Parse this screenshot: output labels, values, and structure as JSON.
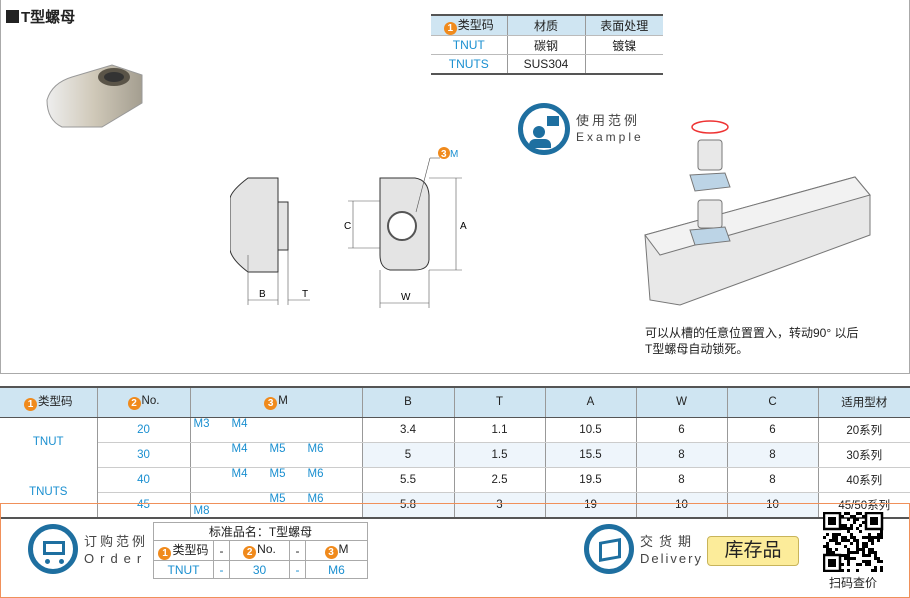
{
  "title": "T型螺母",
  "material_table": {
    "headers": [
      "类型码",
      "材质",
      "表面处理"
    ],
    "rows": [
      [
        "TNUT",
        "碳钢",
        "镀镍"
      ],
      [
        "TNUTS",
        "SUS304",
        ""
      ]
    ]
  },
  "drawing": {
    "labels": {
      "m": "M",
      "b": "B",
      "t": "T",
      "c": "C",
      "a": "A",
      "w": "W"
    }
  },
  "example": {
    "cn": "使用范例",
    "en": "Example",
    "caption_line1": "可以从槽的任意位置置入，转动90° 以后",
    "caption_line2": "T型螺母自动锁死。"
  },
  "spec_table": {
    "headers": [
      "类型码",
      "No.",
      "M",
      "B",
      "T",
      "A",
      "W",
      "C",
      "适用型材"
    ],
    "types": [
      "TNUT",
      "TNUTS"
    ],
    "rows": [
      {
        "no": "20",
        "m": [
          "M3",
          "M4",
          "",
          "",
          ""
        ],
        "b": "3.4",
        "t": "1.1",
        "a": "10.5",
        "w": "6",
        "c": "6",
        "profile": "20系列"
      },
      {
        "no": "30",
        "m": [
          "",
          "M4",
          "M5",
          "M6",
          ""
        ],
        "b": "5",
        "t": "1.5",
        "a": "15.5",
        "w": "8",
        "c": "8",
        "profile": "30系列"
      },
      {
        "no": "40",
        "m": [
          "",
          "M4",
          "M5",
          "M6",
          ""
        ],
        "b": "5.5",
        "t": "2.5",
        "a": "19.5",
        "w": "8",
        "c": "8",
        "profile": "40系列"
      },
      {
        "no": "45",
        "m": [
          "",
          "",
          "M5",
          "M6",
          "M8"
        ],
        "b": "5.8",
        "t": "3",
        "a": "19",
        "w": "10",
        "c": "10",
        "profile": "45/50系列"
      }
    ]
  },
  "order": {
    "cn": "订购范例",
    "en": "Order",
    "std_name": "标准品名：T型螺母",
    "headers": [
      "类型码",
      "-",
      "No.",
      "-",
      "M"
    ],
    "values": [
      "TNUT",
      "-",
      "30",
      "-",
      "M6"
    ]
  },
  "delivery": {
    "cn": "交货期",
    "en": "Delivery",
    "badge": "库存品"
  },
  "qr": {
    "label": "扫码查价"
  },
  "colors": {
    "accent": "#f08a1c",
    "blue": "#1a8fd0",
    "header_bg": "#cfe5f2",
    "icon": "#1e6fa0"
  }
}
